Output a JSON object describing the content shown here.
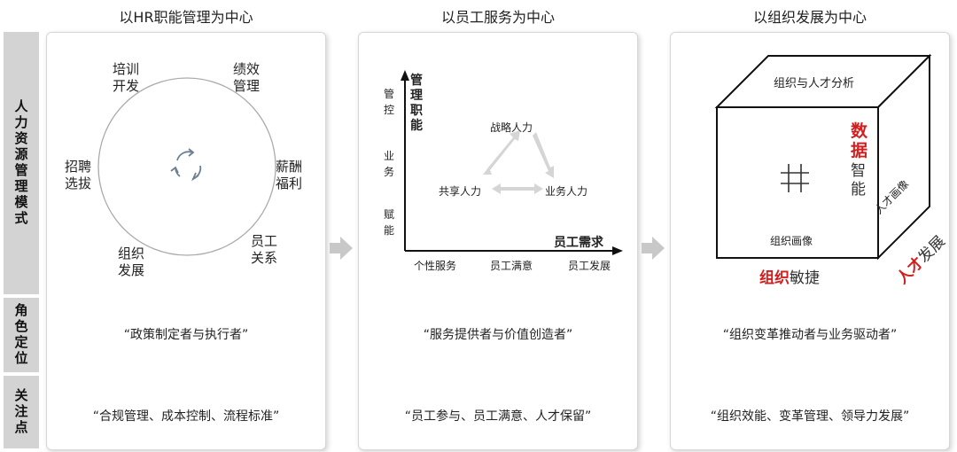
{
  "columns": [
    {
      "title": "以HR职能管理为中心",
      "role": "“政策制定者与执行者”",
      "focus": "“合规管理、成本控制、流程标准”"
    },
    {
      "title": "以员工服务为中心",
      "role": "“服务提供者与价值创造者”",
      "focus": "“员工参与、员工满意、人才保留”"
    },
    {
      "title": "以组织发展为中心",
      "role": "“组织变革推动者与业务驱动者”",
      "focus": "“组织效能、变革管理、领导力发展”"
    }
  ],
  "side_labels": {
    "model": "人力资源管理模式",
    "role": "角色定位",
    "focus": "关注点"
  },
  "circle_labels": {
    "train": "培训\n开发",
    "perf": "绩效\n管理",
    "recruit": "招聘\n选拔",
    "comp": "薪酬\n福利",
    "org": "组织\n发展",
    "relations": "员工\n关系"
  },
  "service_chart": {
    "y_axis_title": "管理职能",
    "x_axis_title": "员工需求",
    "y_ticks": [
      "管控",
      "业务",
      "赋能"
    ],
    "x_ticks": [
      "个性服务",
      "员工满意",
      "员工发展"
    ],
    "nodes": {
      "strategic": "战略人力",
      "shared": "共享人力",
      "business": "业务人力"
    }
  },
  "cube": {
    "top": "组织与人才分析",
    "front_bottom": "组织画像",
    "side_face": "人才画像",
    "data_red": "数据",
    "data_gray": "智能",
    "org_red": "组织",
    "org_gray": "敏捷",
    "talent_red": "人才",
    "talent_gray": "发展",
    "icon": "#"
  },
  "colors": {
    "accent_red": "#d11f1f",
    "tab_gray": "#d3d3d3",
    "arrow_gray": "#c8c8c8"
  }
}
